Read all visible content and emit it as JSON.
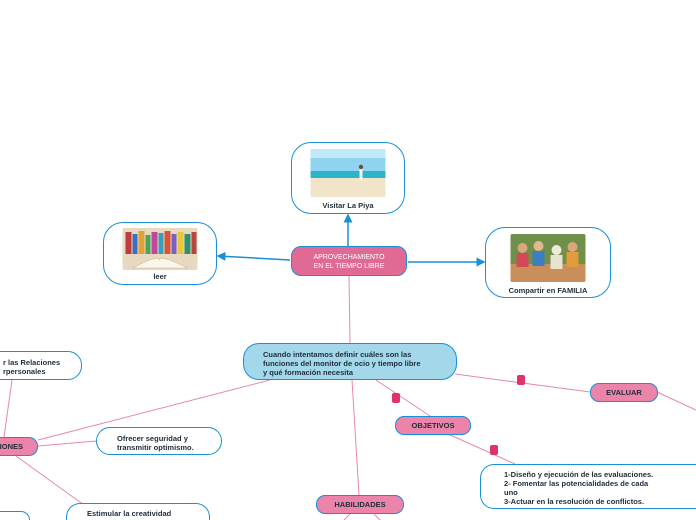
{
  "central": {
    "line1": "APROVECHAMIENTO",
    "line2": "EN EL TIEMPO LIBRE"
  },
  "branches": {
    "visitar": {
      "caption": "Visitar La Piya",
      "image": "beach-photo"
    },
    "leer": {
      "caption": "leer",
      "image": "books-photo"
    },
    "familia": {
      "caption": "Compartir en FAMILIA",
      "image": "family-photo"
    }
  },
  "question": {
    "line1": "Cuando intentamos definir cuáles son las",
    "line2": "funciones del monitor de ocio y tiempo libre",
    "line3": "y qué formación necesita"
  },
  "nodes": {
    "evaluar": "EVALUAR",
    "objetivos": "OBJETIVOS",
    "habilidades": "HABILIDADES",
    "funciones": "IONES",
    "relaciones_line1": "r las Relaciones",
    "relaciones_line2": "rpersonales",
    "seguridad_line1": "Ofrecer seguridad y",
    "seguridad_line2": "transmitir optimismo.",
    "creatividad_line1": "Estimular la creatividad"
  },
  "objetivos_list": [
    "1-Diseño y ejecución de las evaluaciones.",
    "2- Fomentar las potencialidades de cada",
    "uno",
    "3-Actuar en la resolución de conflictos."
  ],
  "colors": {
    "connector_blue": "#1a8fd6",
    "connector_pink": "#e887a9",
    "central_fill": "#e06a93",
    "question_fill": "#a3d8ea",
    "label_fill": "#ec83a8",
    "marker": "#e0336b"
  }
}
